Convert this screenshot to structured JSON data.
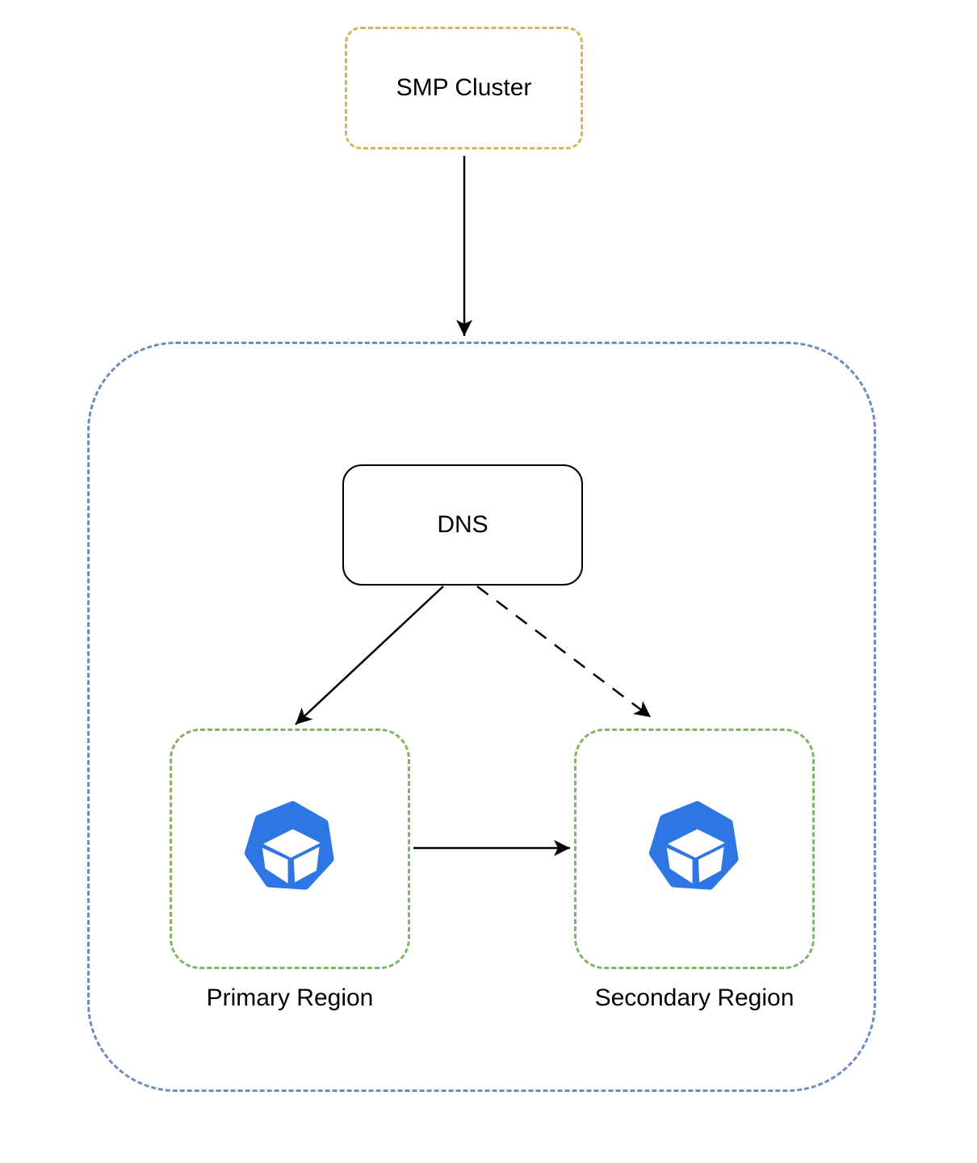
{
  "colors": {
    "background": "#ffffff",
    "text": "#000000",
    "smp_cluster_border": "#D6B656",
    "outer_region_border": "#6C8EBF",
    "region_border": "#82B366",
    "dns_border": "#000000",
    "icon_blue": "#2E76E3",
    "arrow": "#000000"
  },
  "nodes": {
    "smp_cluster": {
      "label": "SMP Cluster"
    },
    "dns": {
      "label": "DNS"
    },
    "primary_region": {
      "label": "Primary Region",
      "icon": "blue-heptagon-cube-icon"
    },
    "secondary_region": {
      "label": "Secondary Region",
      "icon": "blue-heptagon-cube-icon"
    }
  },
  "edges": [
    {
      "from": "smp_cluster",
      "to": "outer_region",
      "style": "solid",
      "arrowhead": "filled"
    },
    {
      "from": "dns",
      "to": "primary_region",
      "style": "solid",
      "arrowhead": "filled"
    },
    {
      "from": "dns",
      "to": "secondary_region",
      "style": "dashed",
      "arrowhead": "filled"
    },
    {
      "from": "primary_region",
      "to": "secondary_region",
      "style": "solid",
      "arrowhead": "filled"
    }
  ]
}
